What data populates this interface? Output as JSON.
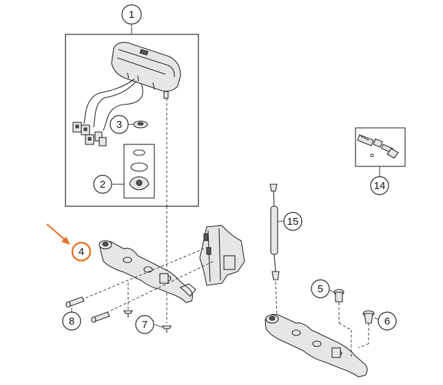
{
  "callouts": [
    {
      "id": "1",
      "label": "1"
    },
    {
      "id": "2",
      "label": "2"
    },
    {
      "id": "3",
      "label": "3"
    },
    {
      "id": "4",
      "label": "4",
      "highlighted": true
    },
    {
      "id": "5",
      "label": "5"
    },
    {
      "id": "6",
      "label": "6"
    },
    {
      "id": "7",
      "label": "7"
    },
    {
      "id": "8",
      "label": "8"
    },
    {
      "id": "14",
      "label": "14"
    },
    {
      "id": "15",
      "label": "15"
    }
  ],
  "colors": {
    "line": "#222222",
    "highlight": "#e8762b",
    "background": "#ffffff"
  }
}
